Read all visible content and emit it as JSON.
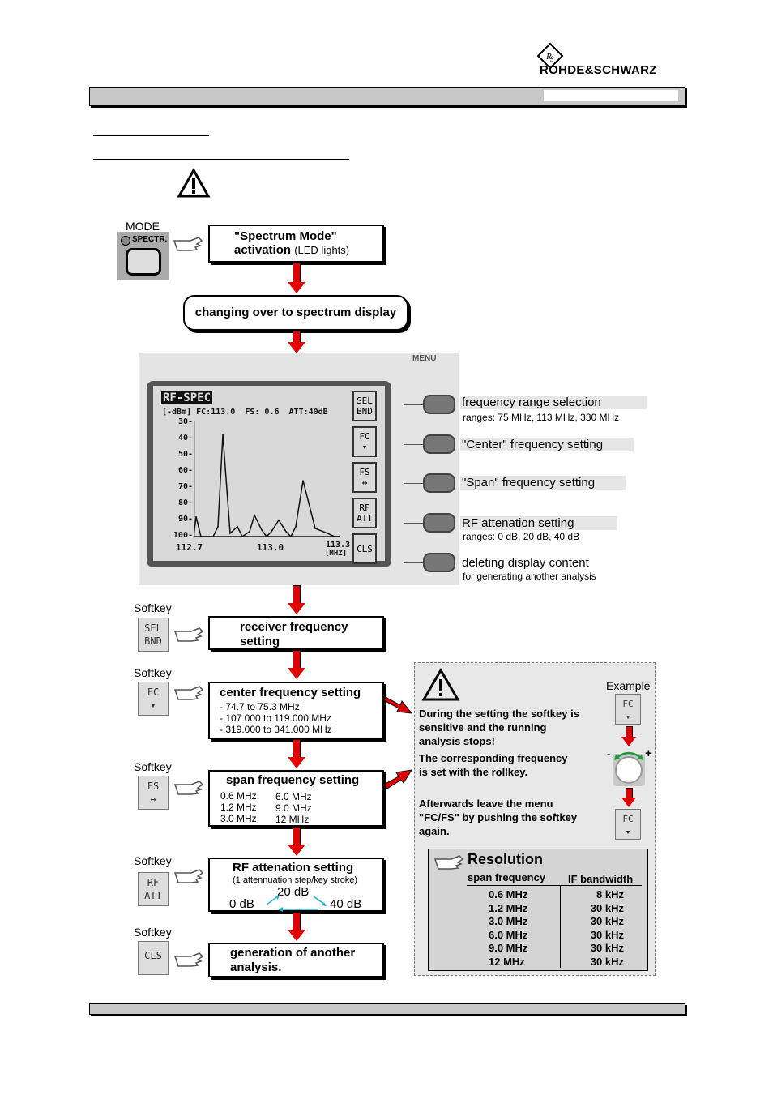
{
  "brand": {
    "name": "ROHDE&SCHWARZ"
  },
  "mode_label": "MODE",
  "spectr_button": "SPECTR.",
  "steps": {
    "activation_title": "\"Spectrum Mode\"",
    "activation_bold": "activation",
    "activation_note": "(LED lights)",
    "changeover": "changing over to spectrum display",
    "receiver": [
      "receiver frequency",
      "setting"
    ],
    "center_title": "center frequency setting",
    "center_ranges": [
      "- 74.7 to 75.3 MHz",
      "- 107.000 to 119.000 MHz",
      "- 319.000 to 341.000 MHz"
    ],
    "span_title": "span frequency setting",
    "span_col1": [
      "0.6 MHz",
      "1.2 MHz",
      "3.0 MHz"
    ],
    "span_col2": [
      "6.0 MHz",
      "9.0 MHz",
      "12 MHz"
    ],
    "rf_title": "RF attenation setting",
    "rf_note": "(1 attennuation step/key stroke)",
    "rf_0": "0 dB",
    "rf_20": "20 dB",
    "rf_40": "40 dB",
    "generation": [
      "generation of another",
      "analysis."
    ]
  },
  "softkey_label": "Softkey",
  "display": {
    "menu_label": "MENU",
    "title": "RF-SPEC",
    "status": "[-dBm] FC:113.0  FS: 0.6  ATT:40dB",
    "y_ticks": [
      "30-",
      "40-",
      "50-",
      "60-",
      "70-",
      "80-",
      "90-",
      "100-"
    ],
    "x_ticks": [
      "112.7",
      "113.0",
      "113.3"
    ],
    "x_unit": "[MHZ]",
    "keys": [
      [
        "SEL",
        "BND"
      ],
      [
        "FC",
        "▾"
      ],
      [
        "FS",
        "↔"
      ],
      [
        "RF",
        "ATT"
      ],
      [
        "CLS",
        ""
      ]
    ]
  },
  "softkey_desc": [
    {
      "title": "frequency range selection",
      "sub": "ranges:  75 MHz, 113 MHz, 330 MHz"
    },
    {
      "title": "\"Center\" frequency setting",
      "sub": ""
    },
    {
      "title": "\"Span\" frequency setting",
      "sub": ""
    },
    {
      "title": "RF attenation setting",
      "sub": "ranges:  0 dB, 20 dB, 40 dB"
    },
    {
      "title": "deleting display content",
      "sub": "for generating another analysis"
    }
  ],
  "side_keys": [
    [
      "SEL",
      "BND"
    ],
    [
      "FC",
      "▾"
    ],
    [
      "FS",
      "↔"
    ],
    [
      "RF",
      "ATT"
    ],
    [
      "CLS",
      ""
    ]
  ],
  "note": {
    "p1": "During the setting the softkey is sensitive and the running analysis stops!",
    "p2": "The corresponding frequency is set with the rollkey.",
    "p3": "Afterwards leave the menu \"FC/FS\" by pushing the softkey again.",
    "example": "Example",
    "minus": "-",
    "plus": "+"
  },
  "resolution": {
    "title": "Resolution",
    "head": [
      "span frequency",
      "IF bandwidth"
    ],
    "rows": [
      [
        "0.6 MHz",
        "8 kHz"
      ],
      [
        "1.2 MHz",
        "30 kHz"
      ],
      [
        "3.0 MHz",
        "30 kHz"
      ],
      [
        "6.0 MHz",
        "30 kHz"
      ],
      [
        "9.0 MHz",
        "30 kHz"
      ],
      [
        "12 MHz",
        "30 kHz"
      ]
    ]
  },
  "chart_data": {
    "type": "line",
    "title": "RF-SPEC",
    "xlabel": "[MHZ]",
    "ylabel": "[-dBm]",
    "xlim": [
      112.7,
      113.3
    ],
    "ylim": [
      100,
      30
    ],
    "x": [
      112.7,
      112.71,
      112.72,
      112.73,
      112.75,
      112.78,
      112.8,
      112.82,
      112.85,
      112.88,
      112.9,
      112.93,
      112.95,
      112.98,
      113.0,
      113.02,
      113.05,
      113.08,
      113.1,
      113.12,
      113.15,
      113.2,
      113.25,
      113.28,
      113.3
    ],
    "values": [
      100,
      88,
      94,
      100,
      100,
      100,
      94,
      38,
      98,
      94,
      100,
      97,
      87,
      96,
      100,
      97,
      90,
      97,
      100,
      94,
      66,
      95,
      98,
      100,
      100
    ]
  }
}
